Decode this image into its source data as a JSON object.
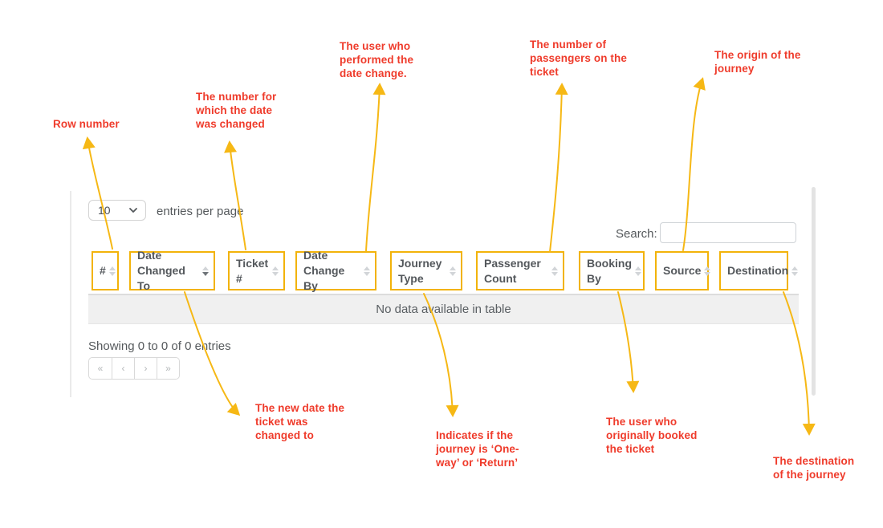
{
  "colors": {
    "annotation_red": "#ef3b2b",
    "highlight_gold": "#f2b30a",
    "arrow_gold": "#f6b815",
    "header_text": "#54585c",
    "body_text": "#55595c",
    "empty_row_bg": "#f0f0f0"
  },
  "icons": {
    "chevron_down": "chevron-down",
    "sort": "sort-up-down-triangles"
  },
  "annotations": [
    {
      "id": "row-number",
      "text": "Row number"
    },
    {
      "id": "ticket-number",
      "text": "The number for\nwhich the date\nwas changed"
    },
    {
      "id": "date-change-by",
      "text": "The user who\nperformed the\ndate change."
    },
    {
      "id": "passenger-count",
      "text": "The number of\npassengers on the\nticket"
    },
    {
      "id": "source",
      "text": "The origin of the\njourney"
    },
    {
      "id": "date-changed-to",
      "text": "The new date the\nticket was\nchanged to"
    },
    {
      "id": "journey-type",
      "text": "Indicates if the\njourney is ‘One-\nway’ or ‘Return’"
    },
    {
      "id": "booking-by",
      "text": "The user who\noriginally booked\nthe ticket"
    },
    {
      "id": "destination",
      "text": "The destination\nof the journey"
    }
  ],
  "table": {
    "length_menu": {
      "value": "10",
      "suffix": "entries per page"
    },
    "search": {
      "label": "Search:",
      "value": ""
    },
    "columns": [
      {
        "text": "#",
        "sort": "none"
      },
      {
        "text": "Date Changed\nTo",
        "sort": "desc"
      },
      {
        "text": "Ticket\n#",
        "sort": "none"
      },
      {
        "text": "Date Change\nBy",
        "sort": "none"
      },
      {
        "text": "Journey\nType",
        "sort": "none"
      },
      {
        "text": "Passenger\nCount",
        "sort": "none"
      },
      {
        "text": "Booking\nBy",
        "sort": "none"
      },
      {
        "text": "Source",
        "sort": "none"
      },
      {
        "text": "Destination",
        "sort": "none"
      }
    ],
    "empty_message": "No data available in table",
    "info": "Showing 0 to 0 of 0 entries",
    "pagination": {
      "first": "«",
      "previous": "‹",
      "next": "›",
      "last": "»"
    }
  }
}
